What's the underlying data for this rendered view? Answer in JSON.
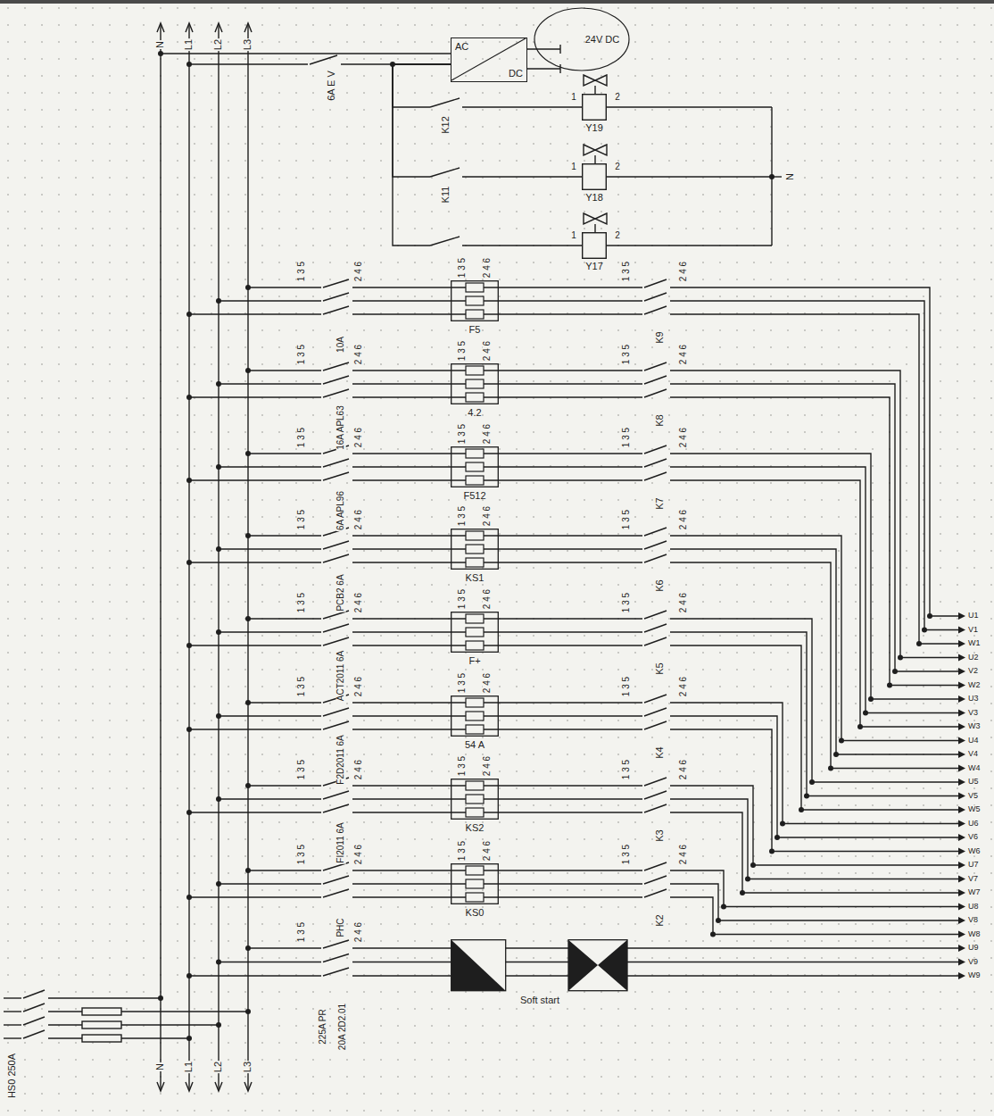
{
  "diagram": {
    "nodes": [
      {
        "text": [
          "AC",
          "DC"
        ]
      },
      {
        "text": [
          "24V DC"
        ]
      },
      {
        "text": [
          "Y19"
        ]
      },
      {
        "text": [
          "Y18"
        ]
      },
      {
        "text": [
          "Y17"
        ]
      },
      {
        "text": [
          "F5"
        ]
      },
      {
        "text": [
          "4.2"
        ]
      },
      {
        "text": [
          "F512"
        ]
      },
      {
        "text": [
          "KS1"
        ]
      },
      {
        "text": [
          "F+"
        ]
      },
      {
        "text": [
          "54 A"
        ]
      },
      {
        "text": [
          "KS2"
        ]
      },
      {
        "text": [
          "KS0"
        ]
      },
      {
        "text": [
          "Soft start"
        ]
      }
    ],
    "edges": [
      {
        "from": 0,
        "to": 2,
        "arrow": "none",
        "label": "K12"
      },
      {
        "from": 0,
        "to": 3,
        "arrow": "none",
        "label": "K11"
      },
      {
        "from": 0,
        "to": 4,
        "arrow": "none"
      }
    ],
    "labels": [
      "N",
      "L1",
      "L2",
      "L3",
      "N",
      "L1",
      "L2",
      "L3",
      "HS0 250A",
      "6A E V",
      "N",
      "1",
      "2",
      "1",
      "2",
      "1",
      "2",
      "10A",
      "1 3 5",
      "2 4 6",
      "1 3 5",
      "2 4 6",
      "1 3 5",
      "2 4 6",
      "K9",
      "16A APL63",
      "1 3 5",
      "2 4 6",
      "1 3 5",
      "2 4 6",
      "1 3 5",
      "2 4 6",
      "K8",
      "6A APL96",
      "1 3 5",
      "2 4 6",
      "1 3 5",
      "2 4 6",
      "1 3 5",
      "2 4 6",
      "K7",
      "PCB2 6A",
      "1 3 5",
      "2 4 6",
      "1 3 5",
      "2 4 6",
      "1 3 5",
      "2 4 6",
      "K6",
      "ACT2011 6A",
      "1 3 5",
      "2 4 6",
      "1 3 5",
      "2 4 6",
      "1 3 5",
      "2 4 6",
      "K5",
      "F2D2011 6A",
      "1 3 5",
      "2 4 6",
      "1 3 5",
      "2 4 6",
      "1 3 5",
      "2 4 6",
      "K4",
      "FI2011 6A",
      "1 3 5",
      "2 4 6",
      "1 3 5",
      "2 4 6",
      "1 3 5",
      "2 4 6",
      "K3",
      "PHC",
      "1 3 5",
      "2 4 6",
      "1 3 5",
      "2 4 6",
      "1 3 5",
      "2 4 6",
      "K2",
      "20A 2D2.01",
      "1 3 5",
      "2 4 6",
      "225A PR",
      "U1",
      "V1",
      "W1",
      "U2",
      "V2",
      "W2",
      "U3",
      "V3",
      "W3",
      "U4",
      "V4",
      "W4",
      "U5",
      "V5",
      "W5",
      "U6",
      "V6",
      "W6",
      "U7",
      "V7",
      "W7",
      "U8",
      "V8",
      "W8",
      "U9",
      "V9",
      "W9"
    ]
  }
}
